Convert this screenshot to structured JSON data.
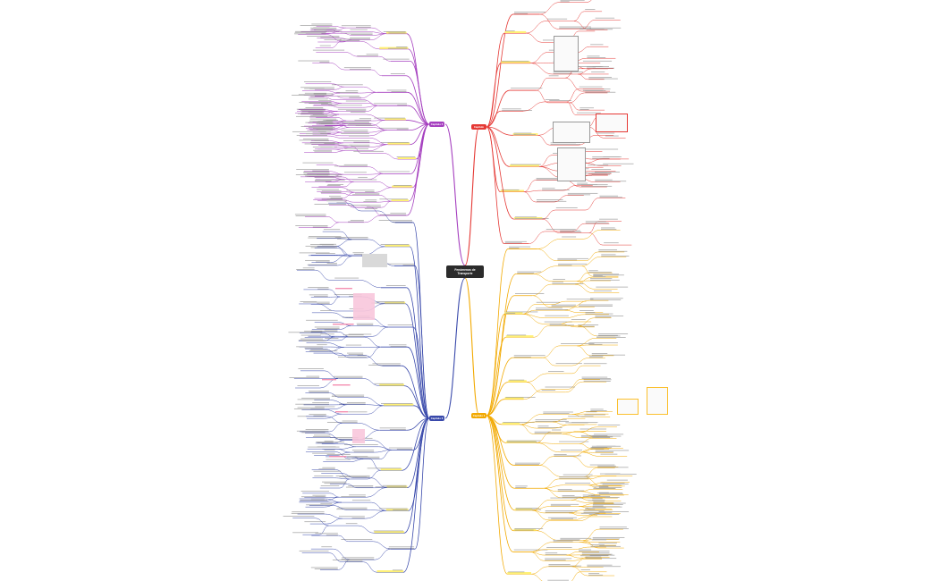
{
  "central": {
    "title": "Fenómenos de\nTransporte"
  },
  "branches": [
    {
      "id": "top-left",
      "label": "Capítulo 5",
      "color": "#a53fbf"
    },
    {
      "id": "top-right",
      "label": "Capítulo",
      "color": "#e53935"
    },
    {
      "id": "bottom-right",
      "label": "Capítulo 1",
      "color": "#f2a900"
    },
    {
      "id": "bottom-left",
      "label": "Capítulo 6",
      "color": "#3949ab"
    }
  ],
  "colors": {
    "purple": "#a53fbf",
    "red": "#e53935",
    "yellow": "#f2a900",
    "blue": "#3949ab",
    "highlight": "#fff176",
    "pink": "#f48fb1",
    "leaf_text": "#9e9e9e"
  }
}
